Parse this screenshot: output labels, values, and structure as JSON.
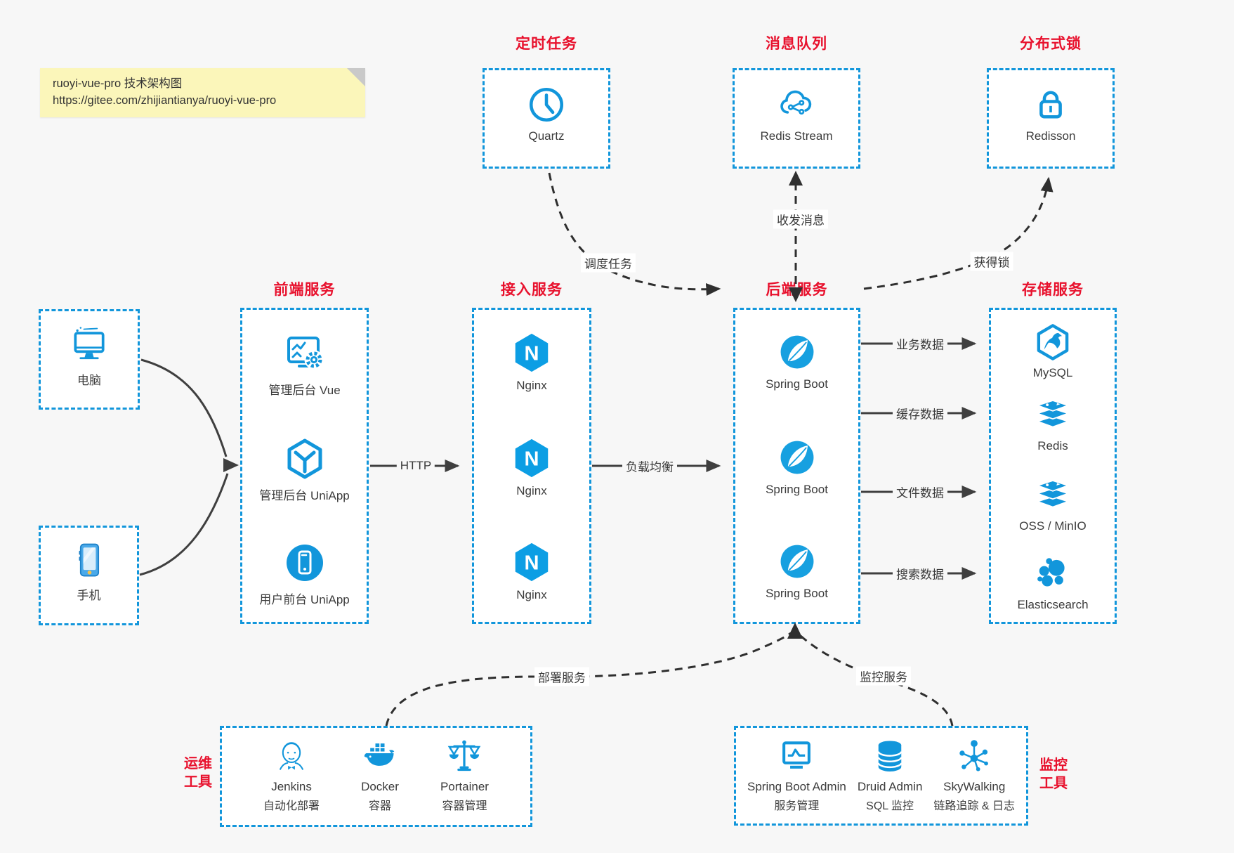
{
  "note": {
    "line1": "ruoyi-vue-pro 技术架构图",
    "line2": "https://gitee.com/zhijiantianya/ruoyi-vue-pro"
  },
  "top_row": {
    "scheduled_job": {
      "title": "定时任务",
      "item": {
        "label": "Quartz",
        "icon": "clock-icon"
      }
    },
    "message_queue": {
      "title": "消息队列",
      "item": {
        "label": "Redis Stream",
        "icon": "cloud-network-icon"
      }
    },
    "distributed_lock": {
      "title": "分布式锁",
      "item": {
        "label": "Redisson",
        "icon": "lock-icon"
      }
    }
  },
  "clients": {
    "computer": {
      "label": "电脑"
    },
    "phone": {
      "label": "手机"
    }
  },
  "columns": {
    "frontend": {
      "title": "前端服务",
      "items": [
        {
          "label": "管理后台 Vue",
          "icon": "admin-screen-gear-icon"
        },
        {
          "label": "管理后台 UniApp",
          "icon": "hexagon-cube-icon"
        },
        {
          "label": "用户前台 UniApp",
          "icon": "circle-phone-icon"
        }
      ]
    },
    "access": {
      "title": "接入服务",
      "items": [
        {
          "label": "Nginx",
          "icon": "nginx-icon"
        },
        {
          "label": "Nginx",
          "icon": "nginx-icon"
        },
        {
          "label": "Nginx",
          "icon": "nginx-icon"
        }
      ]
    },
    "backend": {
      "title": "后端服务",
      "items": [
        {
          "label": "Spring Boot",
          "icon": "spring-boot-icon"
        },
        {
          "label": "Spring Boot",
          "icon": "spring-boot-icon"
        },
        {
          "label": "Spring Boot",
          "icon": "spring-boot-icon"
        }
      ]
    },
    "storage": {
      "title": "存储服务",
      "items": [
        {
          "label": "MySQL",
          "icon": "mysql-dolphin-icon"
        },
        {
          "label": "Redis",
          "icon": "redis-stack-icon"
        },
        {
          "label": "OSS / MinIO",
          "icon": "storage-stack-icon"
        },
        {
          "label": "Elasticsearch",
          "icon": "elasticsearch-icon"
        }
      ]
    }
  },
  "bottom_row": {
    "ops_tools": {
      "title_line1": "运维",
      "title_line2": "工具",
      "items": [
        {
          "name": "Jenkins",
          "desc": "自动化部署",
          "icon": "jenkins-icon"
        },
        {
          "name": "Docker",
          "desc": "容器",
          "icon": "docker-whale-icon"
        },
        {
          "name": "Portainer",
          "desc": "容器管理",
          "icon": "scales-icon"
        }
      ]
    },
    "monitor_tools": {
      "title_line1": "监控",
      "title_line2": "工具",
      "items": [
        {
          "name": "Spring Boot Admin",
          "desc": "服务管理",
          "icon": "monitor-pulse-icon"
        },
        {
          "name": "Druid Admin",
          "desc": "SQL 监控",
          "icon": "database-icon"
        },
        {
          "name": "SkyWalking",
          "desc": "链路追踪 & 日志",
          "icon": "node-network-icon"
        }
      ]
    }
  },
  "edges": {
    "http": "HTTP",
    "load_balance": "负载均衡",
    "schedule_job": "调度任务",
    "send_receive_messages": "收发消息",
    "acquire_lock": "获得锁",
    "business_data": "业务数据",
    "cache_data": "缓存数据",
    "file_data": "文件数据",
    "search_data": "搜索数据",
    "deploy_services": "部署服务",
    "monitor_services": "监控服务"
  },
  "colors": {
    "accent_blue": "#1296db",
    "title_red": "#e8112d",
    "background": "#f7f7f7",
    "note_background": "#fbf6ba",
    "arrow_gray": "#3f3f3f",
    "arrow_dark": "#2f2f2f"
  }
}
